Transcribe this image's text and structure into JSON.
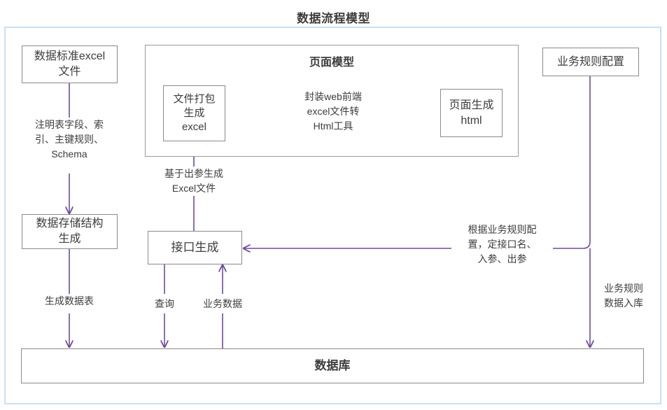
{
  "diagram": {
    "title": "数据流程模型",
    "accent_color": "#6f4a9c",
    "frame_color": "#c9e0f2",
    "node_border_color": "#8a8a8a",
    "text_color": "#3c3c3c"
  },
  "groups": [
    {
      "id": "page-model",
      "title": "页面模型"
    }
  ],
  "nodes": [
    {
      "id": "data-standard-excel",
      "label": "数据标准excel\n文件"
    },
    {
      "id": "data-storage-structure",
      "label": "数据存储结构\n生成"
    },
    {
      "id": "file-package-excel",
      "label": "文件打包\n生成\nexcel"
    },
    {
      "id": "page-generate-html",
      "label": "页面生成\nhtml"
    },
    {
      "id": "interface-generate",
      "label": "接口生成"
    },
    {
      "id": "business-rule-config",
      "label": "业务规则配置"
    },
    {
      "id": "database",
      "label": "数据库"
    }
  ],
  "edge_labels": [
    {
      "id": "schema-note",
      "text": "注明表字段、索\n引、主键规则、\nSchema"
    },
    {
      "id": "generate-data-table",
      "text": "生成数据表"
    },
    {
      "id": "wrap-web-frontend",
      "text": "封装web前端\nexcel文件转\nHtml工具"
    },
    {
      "id": "based-on-output-params",
      "text": "基于出参生成\nExcel文件"
    },
    {
      "id": "query",
      "text": "查询"
    },
    {
      "id": "business-data",
      "text": "业务数据"
    },
    {
      "id": "by-business-rule-config",
      "text": "根据业务规则配\n置，定接口名、\n入参、出参"
    },
    {
      "id": "business-rule-data-store",
      "text": "业务规则\n数据入库"
    }
  ]
}
